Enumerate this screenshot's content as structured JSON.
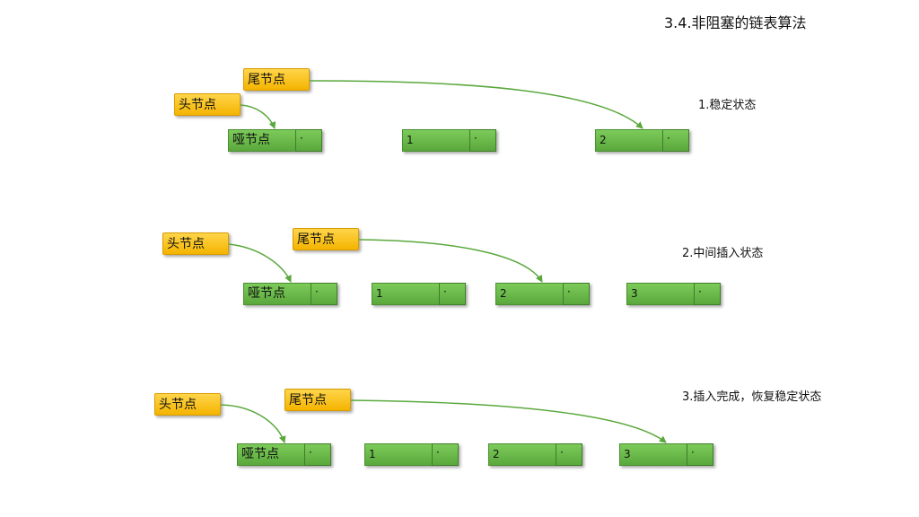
{
  "title": "3.4.非阻塞的链表算法",
  "labels": {
    "head": "头节点",
    "tail": "尾节点",
    "dummy": "哑节点",
    "next": "·"
  },
  "states": [
    {
      "label": "1.稳定状态",
      "nodes": [
        "哑节点",
        "1",
        "2"
      ]
    },
    {
      "label": "2.中间插入状态",
      "nodes": [
        "哑节点",
        "1",
        "2",
        "3"
      ]
    },
    {
      "label": "3.插入完成，恢复稳定状态",
      "nodes": [
        "哑节点",
        "1",
        "2",
        "3"
      ]
    }
  ],
  "colors": {
    "pointer": "#f4b400",
    "node": "#5aa83c",
    "arrow": "#5aa83c"
  }
}
